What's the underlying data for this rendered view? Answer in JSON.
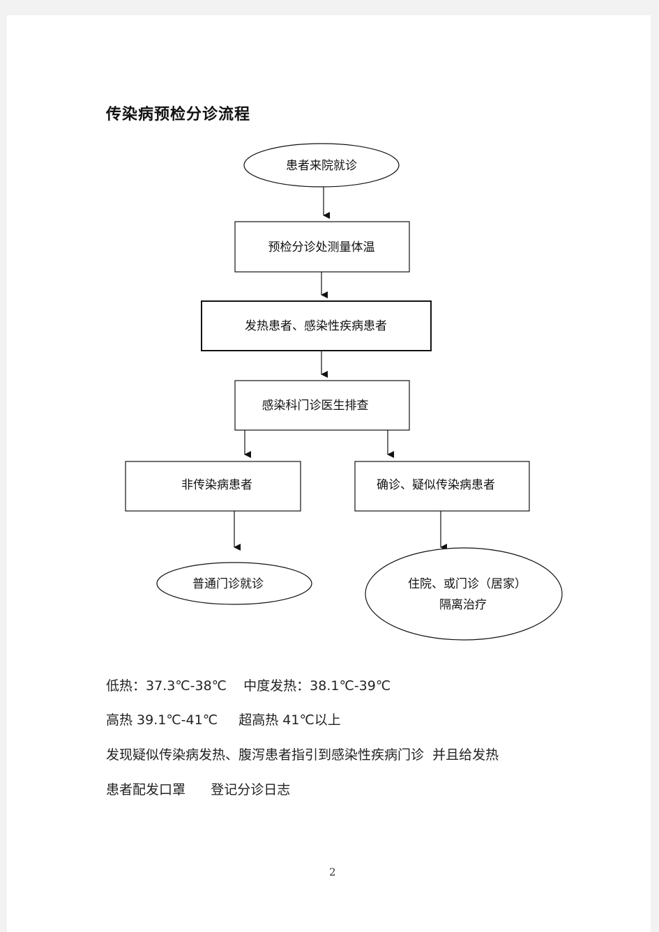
{
  "title": "传染病预检分诊流程",
  "flowchart": {
    "start": "患者来院就诊",
    "step1": "预检分诊处测量体温",
    "step2": "发热患者、感染性疾病患者",
    "step3": "感染科门诊医生排查",
    "branch_left": "非传染病患者",
    "branch_right": "确诊、疑似传染病患者",
    "end_left": "普通门诊就诊",
    "end_right_line1": "住院、或门诊（居家）",
    "end_right_line2": "隔离治疗"
  },
  "notes": [
    "低热：37.3℃-38℃    中度发热：38.1℃-39℃",
    "高热 39.1℃-41℃     超高热 41℃以上",
    "发现疑似传染病发热、腹泻患者指引到感染性疾病门诊  并且给发热",
    "患者配发口罩      登记分诊日志"
  ],
  "page_number": "2"
}
